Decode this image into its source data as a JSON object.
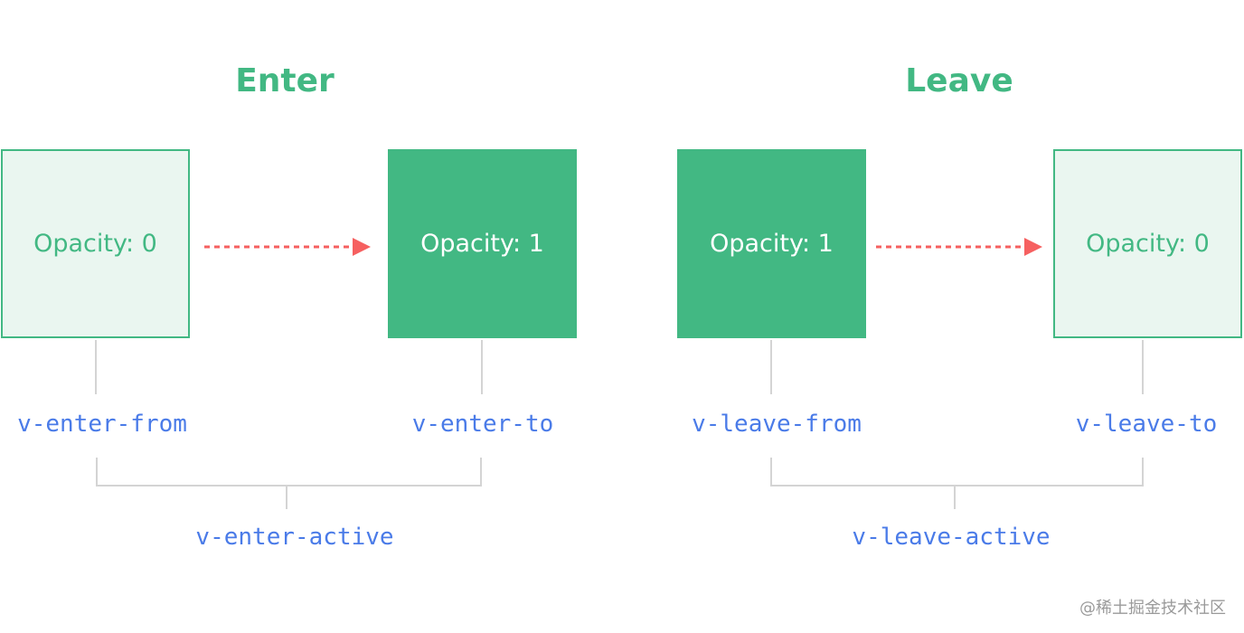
{
  "enter": {
    "title": "Enter",
    "from_box": "Opacity: 0",
    "to_box": "Opacity: 1",
    "from_class": "v-enter-from",
    "to_class": "v-enter-to",
    "active_class": "v-enter-active"
  },
  "leave": {
    "title": "Leave",
    "from_box": "Opacity: 1",
    "to_box": "Opacity: 0",
    "from_class": "v-leave-from",
    "to_class": "v-leave-to",
    "active_class": "v-leave-active"
  },
  "watermark": "@稀土掘金技术社区",
  "colors": {
    "green": "#42b883",
    "light_green_fill": "#eaf6f0",
    "code_blue": "#4a7be8",
    "arrow_red": "#f66060",
    "connector_gray": "#d4d4d4"
  }
}
